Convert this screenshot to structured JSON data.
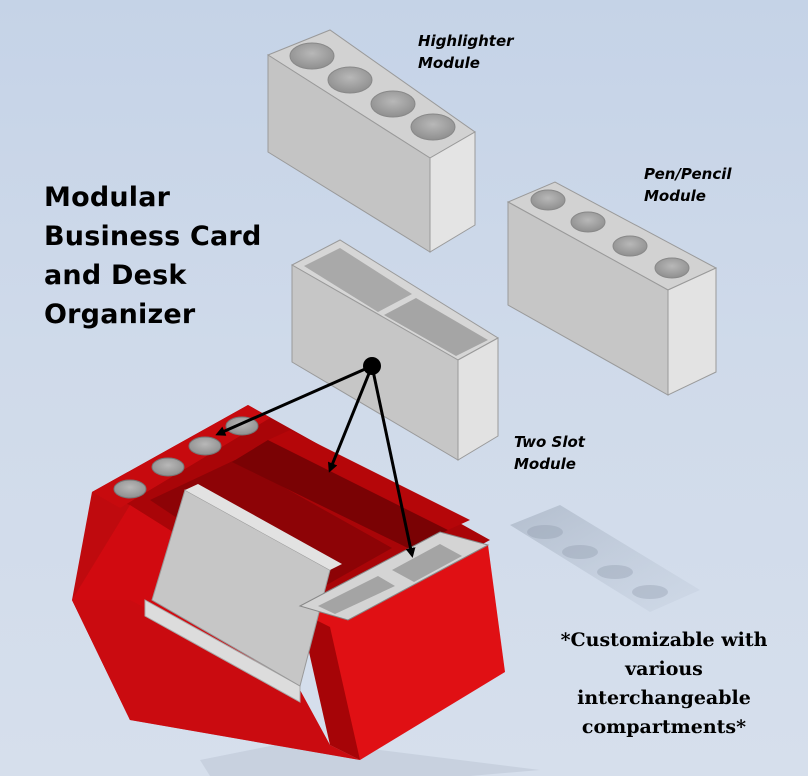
{
  "title_lines": [
    "Modular",
    "Business Card",
    "and Desk",
    "Organizer"
  ],
  "labels": {
    "highlighter": [
      "Highlighter",
      "Module"
    ],
    "pen_pencil": [
      "Pen/Pencil",
      "Module"
    ],
    "two_slot": [
      "Two Slot",
      "Module"
    ]
  },
  "footnote_lines": [
    "*Customizable with",
    "various",
    "interchangeable",
    "compartments*"
  ],
  "colors": {
    "background": "#cbd7e9",
    "organizer_red": "#c8080c",
    "module_gray": "#c9c9c9",
    "arrow": "#000000"
  }
}
